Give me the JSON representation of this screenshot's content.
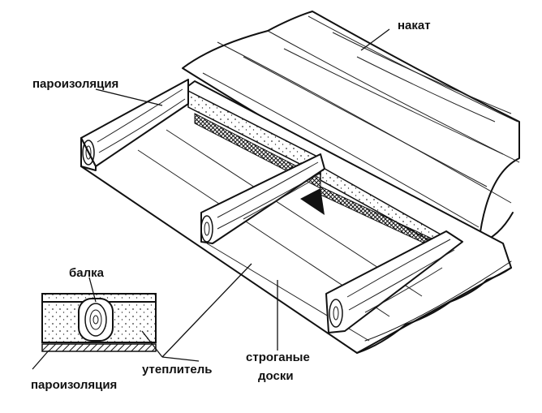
{
  "labels": {
    "nakat": "накат",
    "paroizolyatsiya_top": "пароизоляция",
    "balka": "балка",
    "uteplitel": "утеплитель",
    "paroizolyatsiya_bottom": "пароизоляция",
    "stroganye_line1": "строганые",
    "stroganye_line2": "доски"
  },
  "colors": {
    "ink": "#111111",
    "paper": "#ffffff"
  }
}
